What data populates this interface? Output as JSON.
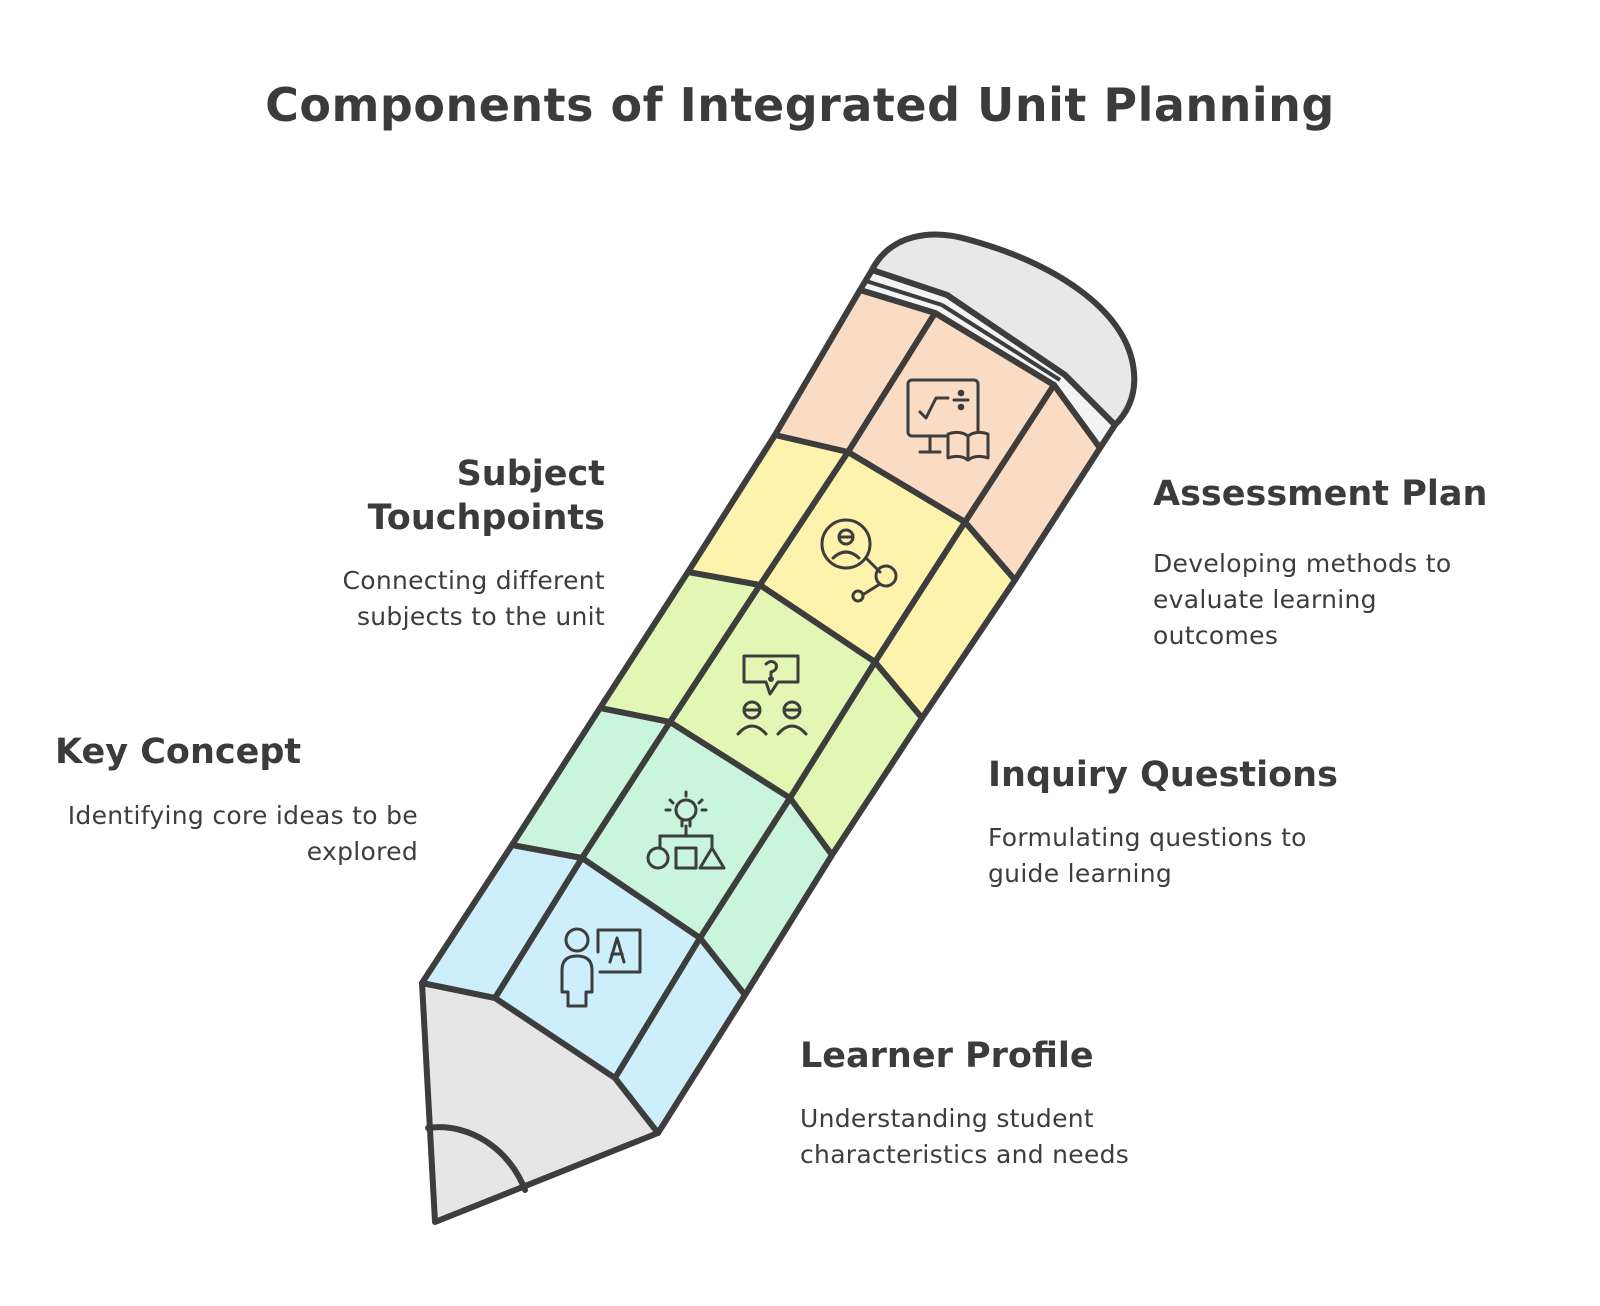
{
  "title": "Components of Integrated Unit Planning",
  "components": [
    {
      "name": "Learner Profile",
      "description": "Understanding student characteristics and needs",
      "color": "#cdeffc",
      "icon": "teacher-board-icon"
    },
    {
      "name": "Key Concept",
      "description": "Identifying core ideas to be explored",
      "color": "#c9f5dc",
      "icon": "idea-shapes-icon"
    },
    {
      "name": "Inquiry Questions",
      "description": "Formulating questions to guide learning",
      "color": "#e3f7b5",
      "icon": "discussion-question-icon"
    },
    {
      "name": "Subject Touchpoints",
      "description": "Connecting different subjects to the unit",
      "color": "#fdf3ad",
      "icon": "person-connection-icon"
    },
    {
      "name": "Assessment Plan",
      "description": "Developing methods to evaluate learning outcomes",
      "color": "#fadcc4",
      "icon": "math-book-icon"
    }
  ],
  "colors": {
    "outline": "#3d3d3d",
    "tip": "#e6e6e6",
    "eraser": "#e8e8e8"
  }
}
